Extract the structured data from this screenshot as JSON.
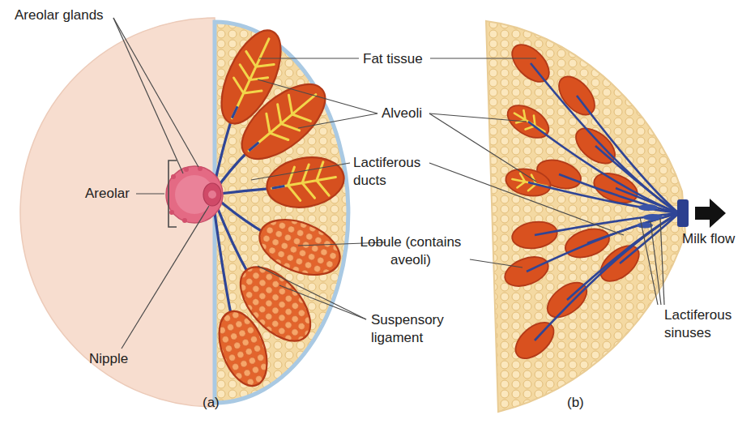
{
  "diagram": {
    "labels": [
      "Areolar glands",
      "Fat tissue",
      "Alveoli",
      "Lactiferous ducts",
      "Areolar",
      "Lobule (contains aveoli)",
      "Suspensory ligament",
      "Nipple",
      "Milk flow",
      "Lactiferous sinuses",
      "(a)",
      "(b)"
    ]
  }
}
